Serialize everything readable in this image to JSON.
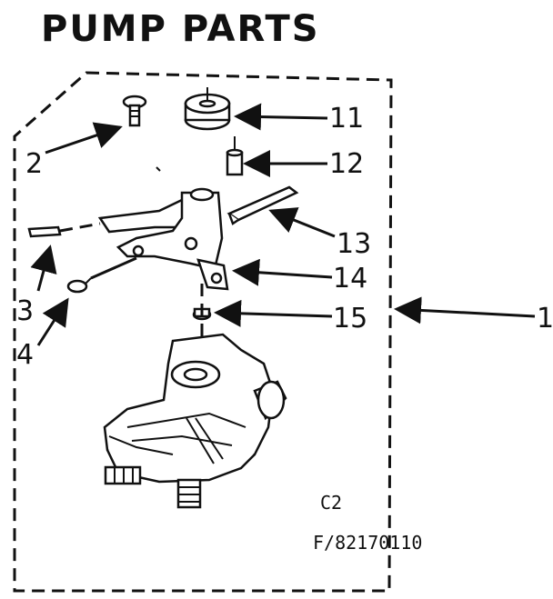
{
  "title": "PUMP PARTS",
  "callouts": {
    "c1": "1",
    "c2": "2",
    "c3": "3",
    "c4": "4",
    "c11": "11",
    "c12": "12",
    "c13": "13",
    "c14": "14",
    "c15": "15"
  },
  "code_line_1": "C2",
  "code_line_2": "F/82170110"
}
